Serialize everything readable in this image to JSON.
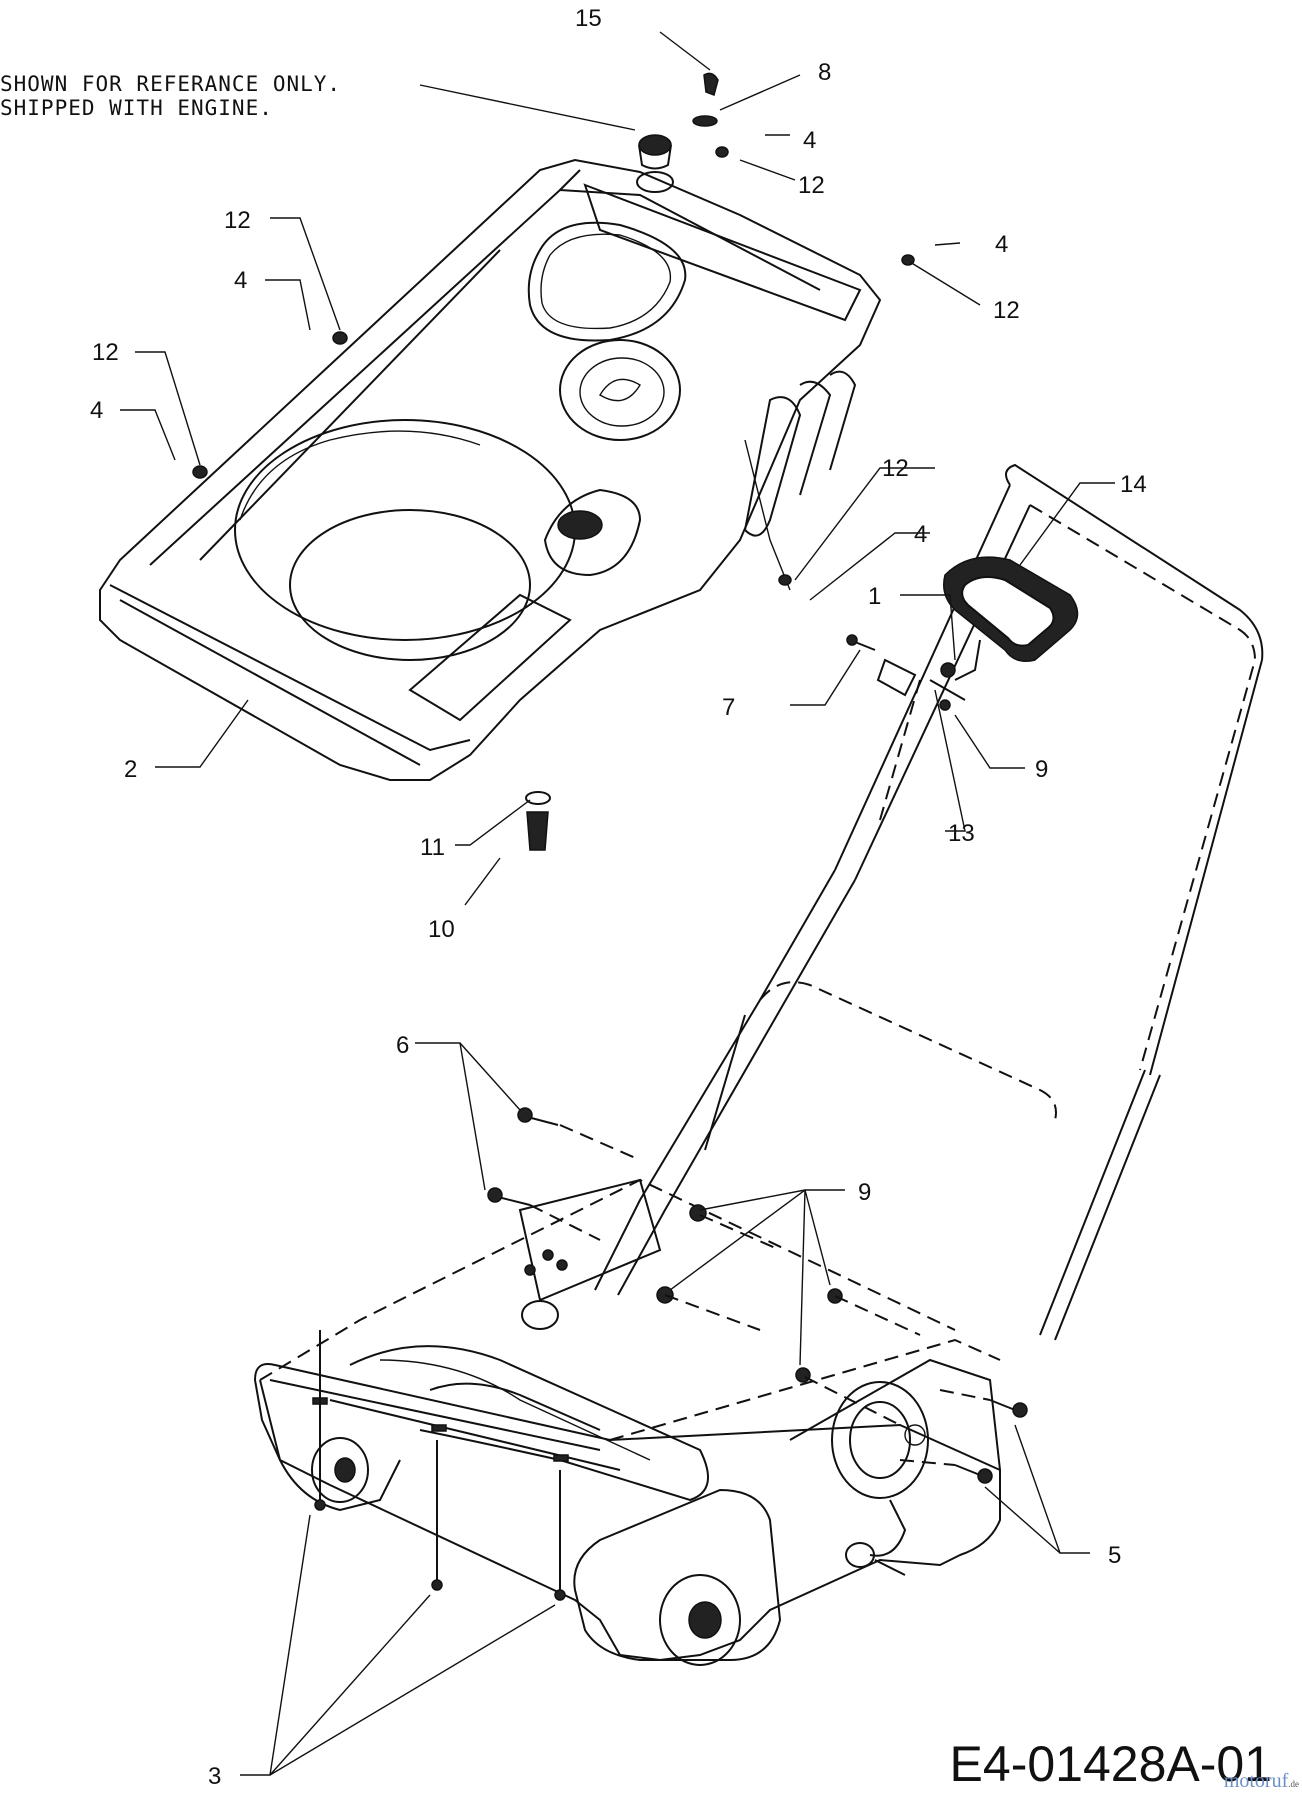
{
  "note": {
    "line1": "SHOWN FOR REFERANCE ONLY.",
    "line2": "SHIPPED WITH ENGINE."
  },
  "diagram_code": "E4-01428A-01",
  "watermark": {
    "brand": "motoruf",
    "suffix": ".de"
  },
  "callouts": [
    {
      "id": "c15",
      "label": "15"
    },
    {
      "id": "c8",
      "label": "8"
    },
    {
      "id": "c4a",
      "label": "4"
    },
    {
      "id": "c12a",
      "label": "12"
    },
    {
      "id": "c4b",
      "label": "4"
    },
    {
      "id": "c12b",
      "label": "12"
    },
    {
      "id": "c12c",
      "label": "12"
    },
    {
      "id": "c4c",
      "label": "4"
    },
    {
      "id": "c12d",
      "label": "12"
    },
    {
      "id": "c4d",
      "label": "4"
    },
    {
      "id": "c12e",
      "label": "12"
    },
    {
      "id": "c4e",
      "label": "4"
    },
    {
      "id": "c14",
      "label": "14"
    },
    {
      "id": "c1",
      "label": "1"
    },
    {
      "id": "c7",
      "label": "7"
    },
    {
      "id": "c9a",
      "label": "9"
    },
    {
      "id": "c13",
      "label": "13"
    },
    {
      "id": "c2",
      "label": "2"
    },
    {
      "id": "c11",
      "label": "11"
    },
    {
      "id": "c10",
      "label": "10"
    },
    {
      "id": "c6",
      "label": "6"
    },
    {
      "id": "c9b",
      "label": "9"
    },
    {
      "id": "c5",
      "label": "5"
    },
    {
      "id": "c3",
      "label": "3"
    }
  ]
}
